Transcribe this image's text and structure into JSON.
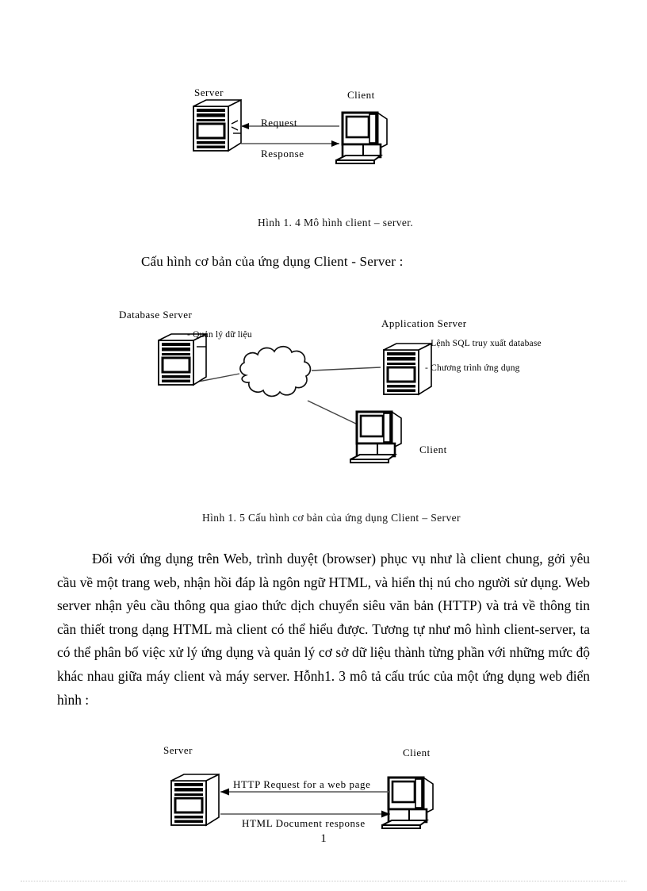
{
  "document": {
    "page_number": "1",
    "heading": "Cấu hình cơ bản của ứng dụng Client  - Server :",
    "body_paragraph": "Đối với ứng dụng trên Web, trình duyệt (browser) phục vụ như là client chung, gởi yêu cầu về một trang web, nhận hồi đáp là ngôn ngữ HTML, và hiển thị nú cho người sử dụng. Web server nhận yêu cầu thông qua giao thức dịch chuyển siêu văn bản (HTTP) và trả về thông tin  cần thiết trong dạng HTML mà client  có thể hiểu được. Tương tự như mô hình client-server, ta có thể phân bố việc xử lý ứng dụng và quản lý cơ sở dữ liệu  thành từng phần với những mức độ khác nhau giữa máy  client và máy server. Hỗnh1. 3 mô tả cấu trúc của một ứng dụng web điển hình :"
  },
  "figure_1_4": {
    "caption": "Hình  1. 4 Mô hình  client  – server.",
    "server_label": "Server",
    "client_label": "Client",
    "arrow_request": "Request",
    "arrow_response": "Response"
  },
  "figure_1_5": {
    "caption": "Hình  1. 5 Cấu hình  cơ bản của ứng dụng  Client  – Server",
    "database_server_label": "Database  Server",
    "database_server_note": "- Quản lý dữ liệu",
    "application_server_label": "Application   Server",
    "application_server_note_1": "- Lệnh SQL  truy xuất database",
    "application_server_note_2": "- Chương trình ứng dụng",
    "client_label": "Client"
  },
  "figure_web": {
    "server_label": "Server",
    "client_label": "Client",
    "arrow_request": "HTTP  Request for  a web page",
    "arrow_response": "HTML  Document  response"
  }
}
